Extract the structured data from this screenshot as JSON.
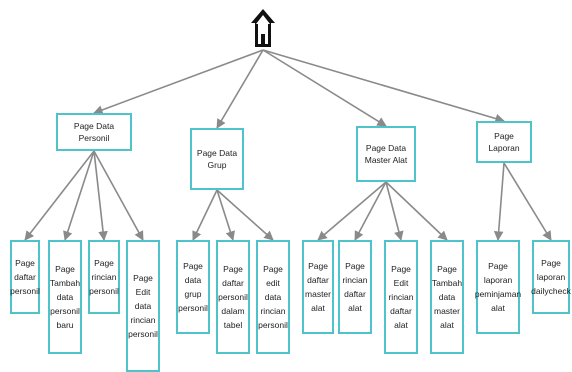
{
  "colors": {
    "node_border": "#4ec3c9",
    "edge": "#8a8a8a",
    "home_fill": "#111111"
  },
  "home_icon": "home-icon",
  "categories": [
    {
      "id": "cat-personil",
      "label": "Page Data\nPersonil",
      "children": [
        {
          "id": "leaf-daftar-personil",
          "label": "Page\ndaftar\npersonil"
        },
        {
          "id": "leaf-tambah-personil",
          "label": "Page\nTambah\ndata\npersonil\nbaru"
        },
        {
          "id": "leaf-rincian-personil",
          "label": "Page\nrincian\npersonil"
        },
        {
          "id": "leaf-edit-rincian-personil",
          "label": "Page\nEdit\ndata\nrincian\npersonil"
        }
      ]
    },
    {
      "id": "cat-grup",
      "label": "Page Data\nGrup",
      "children": [
        {
          "id": "leaf-data-grup-personil",
          "label": "Page\ndata\ngrup\npersonil"
        },
        {
          "id": "leaf-daftar-personil-tabel",
          "label": "Page\ndaftar\npersonil\ndalam\ntabel"
        },
        {
          "id": "leaf-edit-rincian-grup",
          "label": "Page\nedit\ndata\nrincian\npersonil"
        }
      ]
    },
    {
      "id": "cat-master-alat",
      "label": "Page  Data\nMaster Alat",
      "children": [
        {
          "id": "leaf-daftar-master-alat",
          "label": "Page\ndaftar\nmaster\nalat"
        },
        {
          "id": "leaf-rincian-daftar-alat",
          "label": "Page\nrincian\ndaftar\nalat"
        },
        {
          "id": "leaf-edit-rincian-alat",
          "label": "Page\nEdit\nrincian\ndaftar\nalat"
        },
        {
          "id": "leaf-tambah-master-alat",
          "label": "Page\nTambah\ndata\nmaster\nalat"
        }
      ]
    },
    {
      "id": "cat-laporan",
      "label": "Page Laporan",
      "children": [
        {
          "id": "leaf-laporan-peminjaman",
          "label": "Page\nlaporan\npeminjaman\nalat"
        },
        {
          "id": "leaf-laporan-dailycheck",
          "label": "Page\nlaporan\ndailycheck"
        }
      ]
    }
  ]
}
